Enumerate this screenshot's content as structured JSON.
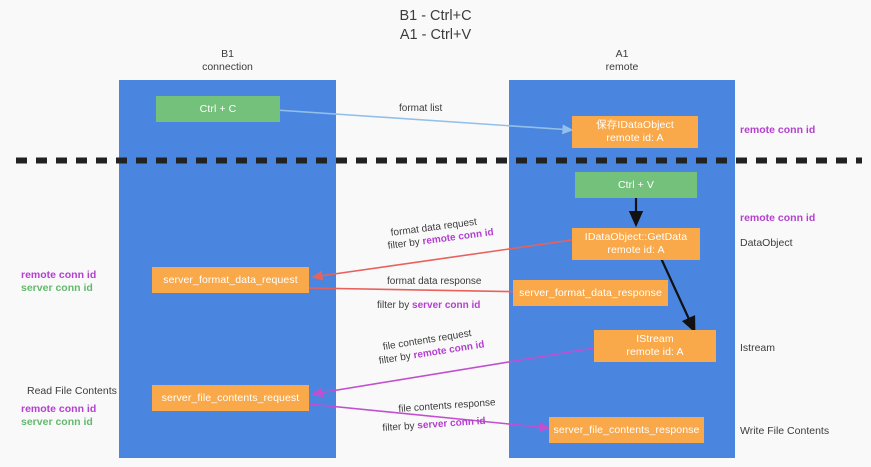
{
  "title": "B1 - Ctrl+C\nA1 - Ctrl+V",
  "columns": [
    {
      "name": "col-b1",
      "label": "B1\nconnection"
    },
    {
      "name": "col-a1",
      "label": "A1\nremote"
    }
  ],
  "nodes": [
    {
      "name": "node-ctrl-c",
      "label": "Ctrl + C",
      "color": "#74c17c"
    },
    {
      "name": "node-save-idataobject",
      "label": "保存IDataObject\nremote id: A",
      "color": "#f9a94a"
    },
    {
      "name": "node-ctrl-v",
      "label": "Ctrl + V",
      "color": "#74c17c"
    },
    {
      "name": "node-idataobject-getdata",
      "label": "IDataObject::GetData\nremote id: A",
      "color": "#f9a94a"
    },
    {
      "name": "node-server-format-data-request",
      "label": "server_format_data_request",
      "color": "#f9a94a"
    },
    {
      "name": "node-server-format-data-response",
      "label": "server_format_data_response",
      "color": "#f9a94a"
    },
    {
      "name": "node-istream",
      "label": "IStream\nremote id: A",
      "color": "#f9a94a"
    },
    {
      "name": "node-server-file-contents-request",
      "label": "server_file_contents_request",
      "color": "#f9a94a"
    },
    {
      "name": "node-server-file-contents-response",
      "label": "server_file_contents_response",
      "color": "#f9a94a"
    }
  ],
  "edge_labels": {
    "format_list": "format list",
    "format_data_request": "format data request",
    "format_data_request_filter_prefix": "filter by ",
    "format_data_request_filter_value": "remote conn id",
    "format_data_response": "format data response",
    "format_data_response_filter_prefix": "filter by ",
    "format_data_response_filter_value": "server conn id",
    "file_contents_request": "file contents request",
    "file_contents_request_filter_prefix": "filter by ",
    "file_contents_request_filter_value": "remote conn id",
    "file_contents_response": "file contents response",
    "file_contents_response_filter_prefix": "filter by ",
    "file_contents_response_filter_value": "server conn id"
  },
  "annotations": {
    "right_top_remote_conn_id": "remote conn id",
    "right_mid_remote_conn_id": "remote conn id",
    "right_dataobject": "DataObject",
    "right_istream": "Istream",
    "right_write_file_contents": "Write File Contents",
    "left_remote_conn_id_1": "remote conn id",
    "left_server_conn_id_1": "server conn id",
    "left_read_file_contents": "Read File Contents",
    "left_remote_conn_id_2": "remote conn id",
    "left_server_conn_id_2": "server conn id"
  },
  "colors": {
    "lane": "#4a86e0",
    "green_node": "#74c17c",
    "orange_node": "#f9a94a",
    "background": "#f9f9f9",
    "purple_text": "#b43fd0",
    "green_text": "#64b96e",
    "arrow_blue": "#93c0ea",
    "arrow_red": "#e8625c",
    "arrow_magenta": "#c24fd0",
    "arrow_black": "#111111",
    "divider": "#222222"
  }
}
